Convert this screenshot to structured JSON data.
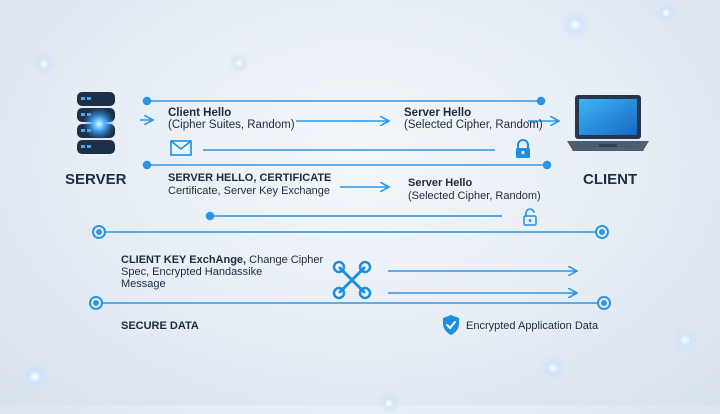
{
  "diagram": {
    "server_label": "SERVER",
    "client_label": "CLIENT",
    "step1": {
      "left_title": "Client Hello",
      "left_detail": "(Cipher Suites, Random)",
      "right_title": "Server Hello",
      "right_detail": "(Selected Cipher, Random)"
    },
    "step2": {
      "left_title": "SERVER HELLO, CERTIFICATE",
      "left_detail": "Certificate, Server Key Exchange",
      "right_title": "Server Hello",
      "right_detail": "(Selected Cipher, Random)"
    },
    "step3": {
      "title_bold": "CLIENT KEY ExchAnge,",
      "title_rest": " Change Cipher",
      "line2": "Spec, Encrypted Handassike",
      "line3": "Message"
    },
    "step4": {
      "left_label": "SECURE DATA",
      "right_label": "Encrypted Application Data"
    },
    "icons": [
      "database-server-icon",
      "laptop-icon",
      "envelope-icon",
      "lock-icon",
      "unlock-icon",
      "tools-icon",
      "shield-check-icon"
    ],
    "colors": {
      "accent": "#1e8fe0",
      "line": "#2a96e6",
      "text": "#1d2b3f"
    }
  }
}
